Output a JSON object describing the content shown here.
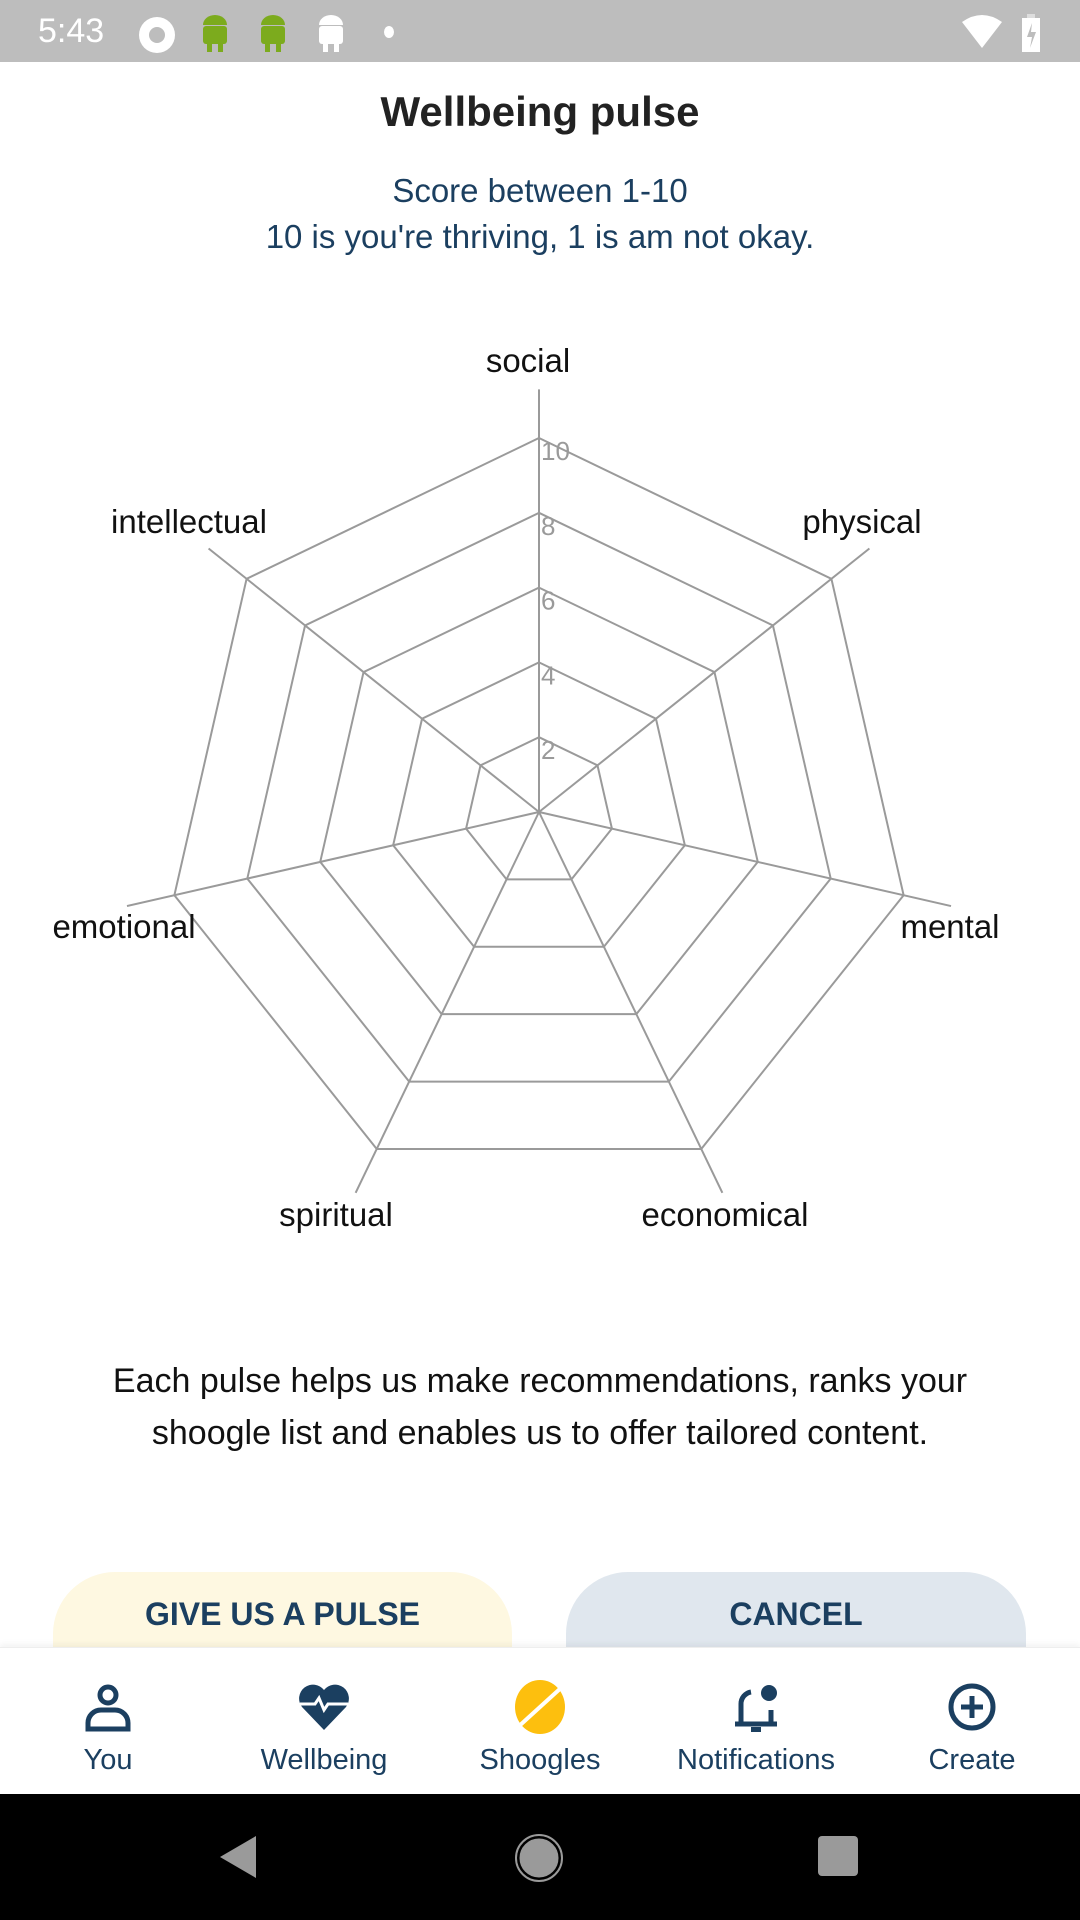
{
  "status_bar": {
    "time": "5:43"
  },
  "header": {
    "title": "Wellbeing pulse",
    "subtitle_line1": "Score between 1-10",
    "subtitle_line2": "10 is you're thriving, 1 is am not okay."
  },
  "chart_data": {
    "type": "radar",
    "axes": [
      "social",
      "physical",
      "mental",
      "economical",
      "spiritual",
      "emotional",
      "intellectual"
    ],
    "ticks": [
      "2",
      "4",
      "6",
      "8",
      "10"
    ],
    "range": [
      0,
      10
    ],
    "series": [],
    "grid": true
  },
  "description": "Each pulse helps us make recommendations, ranks your shoogle list and enables us to offer tailored content.",
  "buttons": {
    "pulse": "GIVE US A PULSE",
    "cancel": "CANCEL"
  },
  "nav": {
    "you": "You",
    "wellbeing": "Wellbeing",
    "shoogles": "Shoogles",
    "notifications": "Notifications",
    "create": "Create"
  },
  "colors": {
    "primary": "#1b3f60",
    "pulse_bg": "#fef8e1",
    "cancel_bg": "#e0e7ee",
    "grid": "#9a9a9a"
  }
}
